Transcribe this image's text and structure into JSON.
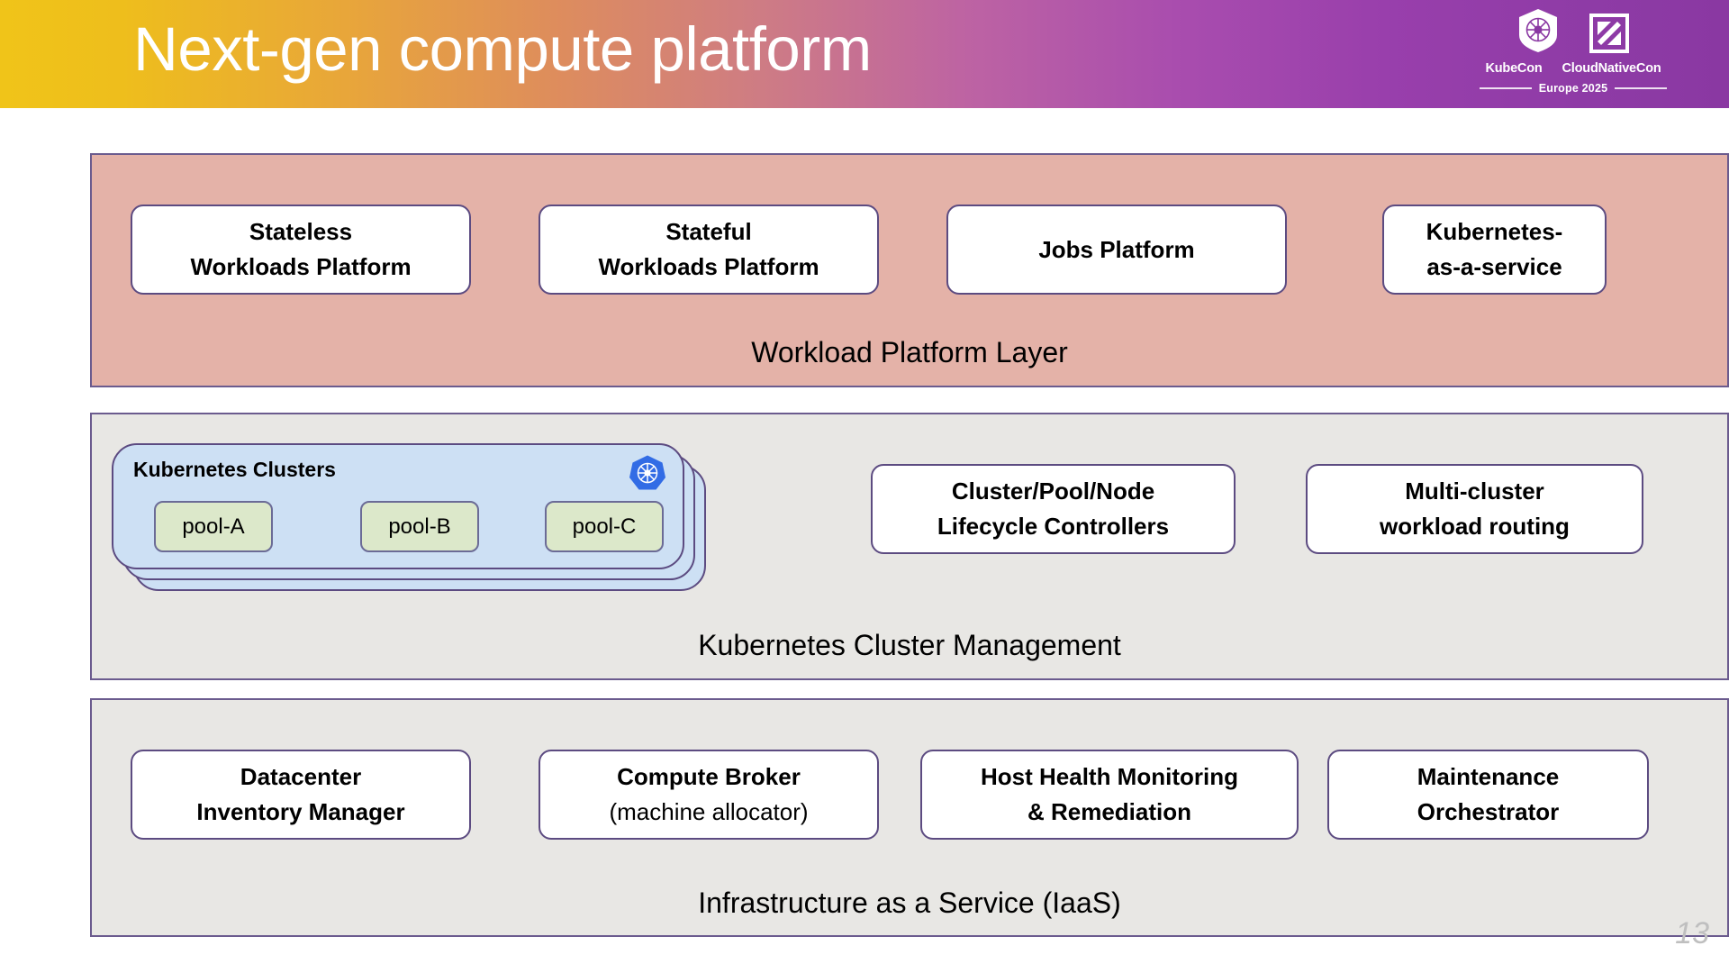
{
  "header": {
    "title": "Next-gen compute platform",
    "gradient_from": "#F0C419",
    "gradient_to": "#8A38A2",
    "logo": {
      "kubecon_label": "KubeCon",
      "cloudnativecon_label": "CloudNativeCon",
      "edition": "Europe 2025",
      "kubernetes_icon": "kubernetes-wheel-icon",
      "cncf_icon": "cloudnativecon-square-icon"
    }
  },
  "layers": [
    {
      "id": "workload",
      "caption": "Workload Platform Layer",
      "fill": "#E4B2A8",
      "border": "#6B5B8E",
      "boxes": [
        {
          "lines": [
            "Stateless",
            "Workloads Platform"
          ]
        },
        {
          "lines": [
            "Stateful",
            "Workloads Platform"
          ]
        },
        {
          "lines": [
            "Jobs Platform"
          ]
        },
        {
          "lines": [
            "Kubernetes-",
            "as-a-service"
          ]
        }
      ]
    },
    {
      "id": "kubernetes",
      "caption": "Kubernetes Cluster Management",
      "fill": "#E8E7E4",
      "border": "#6B5B8E",
      "clusters_card": {
        "title": "Kubernetes Clusters",
        "fill": "#CDE0F4",
        "icon": "kubernetes-wheel-icon",
        "stack_count": 3,
        "pools": [
          {
            "label": "pool-A"
          },
          {
            "label": "pool-B"
          },
          {
            "label": "pool-C"
          }
        ],
        "pool_fill": "#DCE8CA"
      },
      "boxes": [
        {
          "lines": [
            "Cluster/Pool/Node",
            "Lifecycle Controllers"
          ]
        },
        {
          "lines": [
            "Multi-cluster",
            "workload routing"
          ]
        }
      ]
    },
    {
      "id": "iaas",
      "caption": "Infrastructure as a Service (IaaS)",
      "fill": "#E8E7E4",
      "border": "#6B5B8E",
      "boxes": [
        {
          "lines": [
            "Datacenter",
            "Inventory Manager"
          ]
        },
        {
          "lines": [
            "Compute Broker",
            "(machine allocator)"
          ],
          "second_line_regular": true
        },
        {
          "lines": [
            "Host Health Monitoring",
            "& Remediation"
          ]
        },
        {
          "lines": [
            "Maintenance",
            "Orchestrator"
          ]
        }
      ]
    }
  ],
  "footer": {
    "slide_number": "13"
  }
}
